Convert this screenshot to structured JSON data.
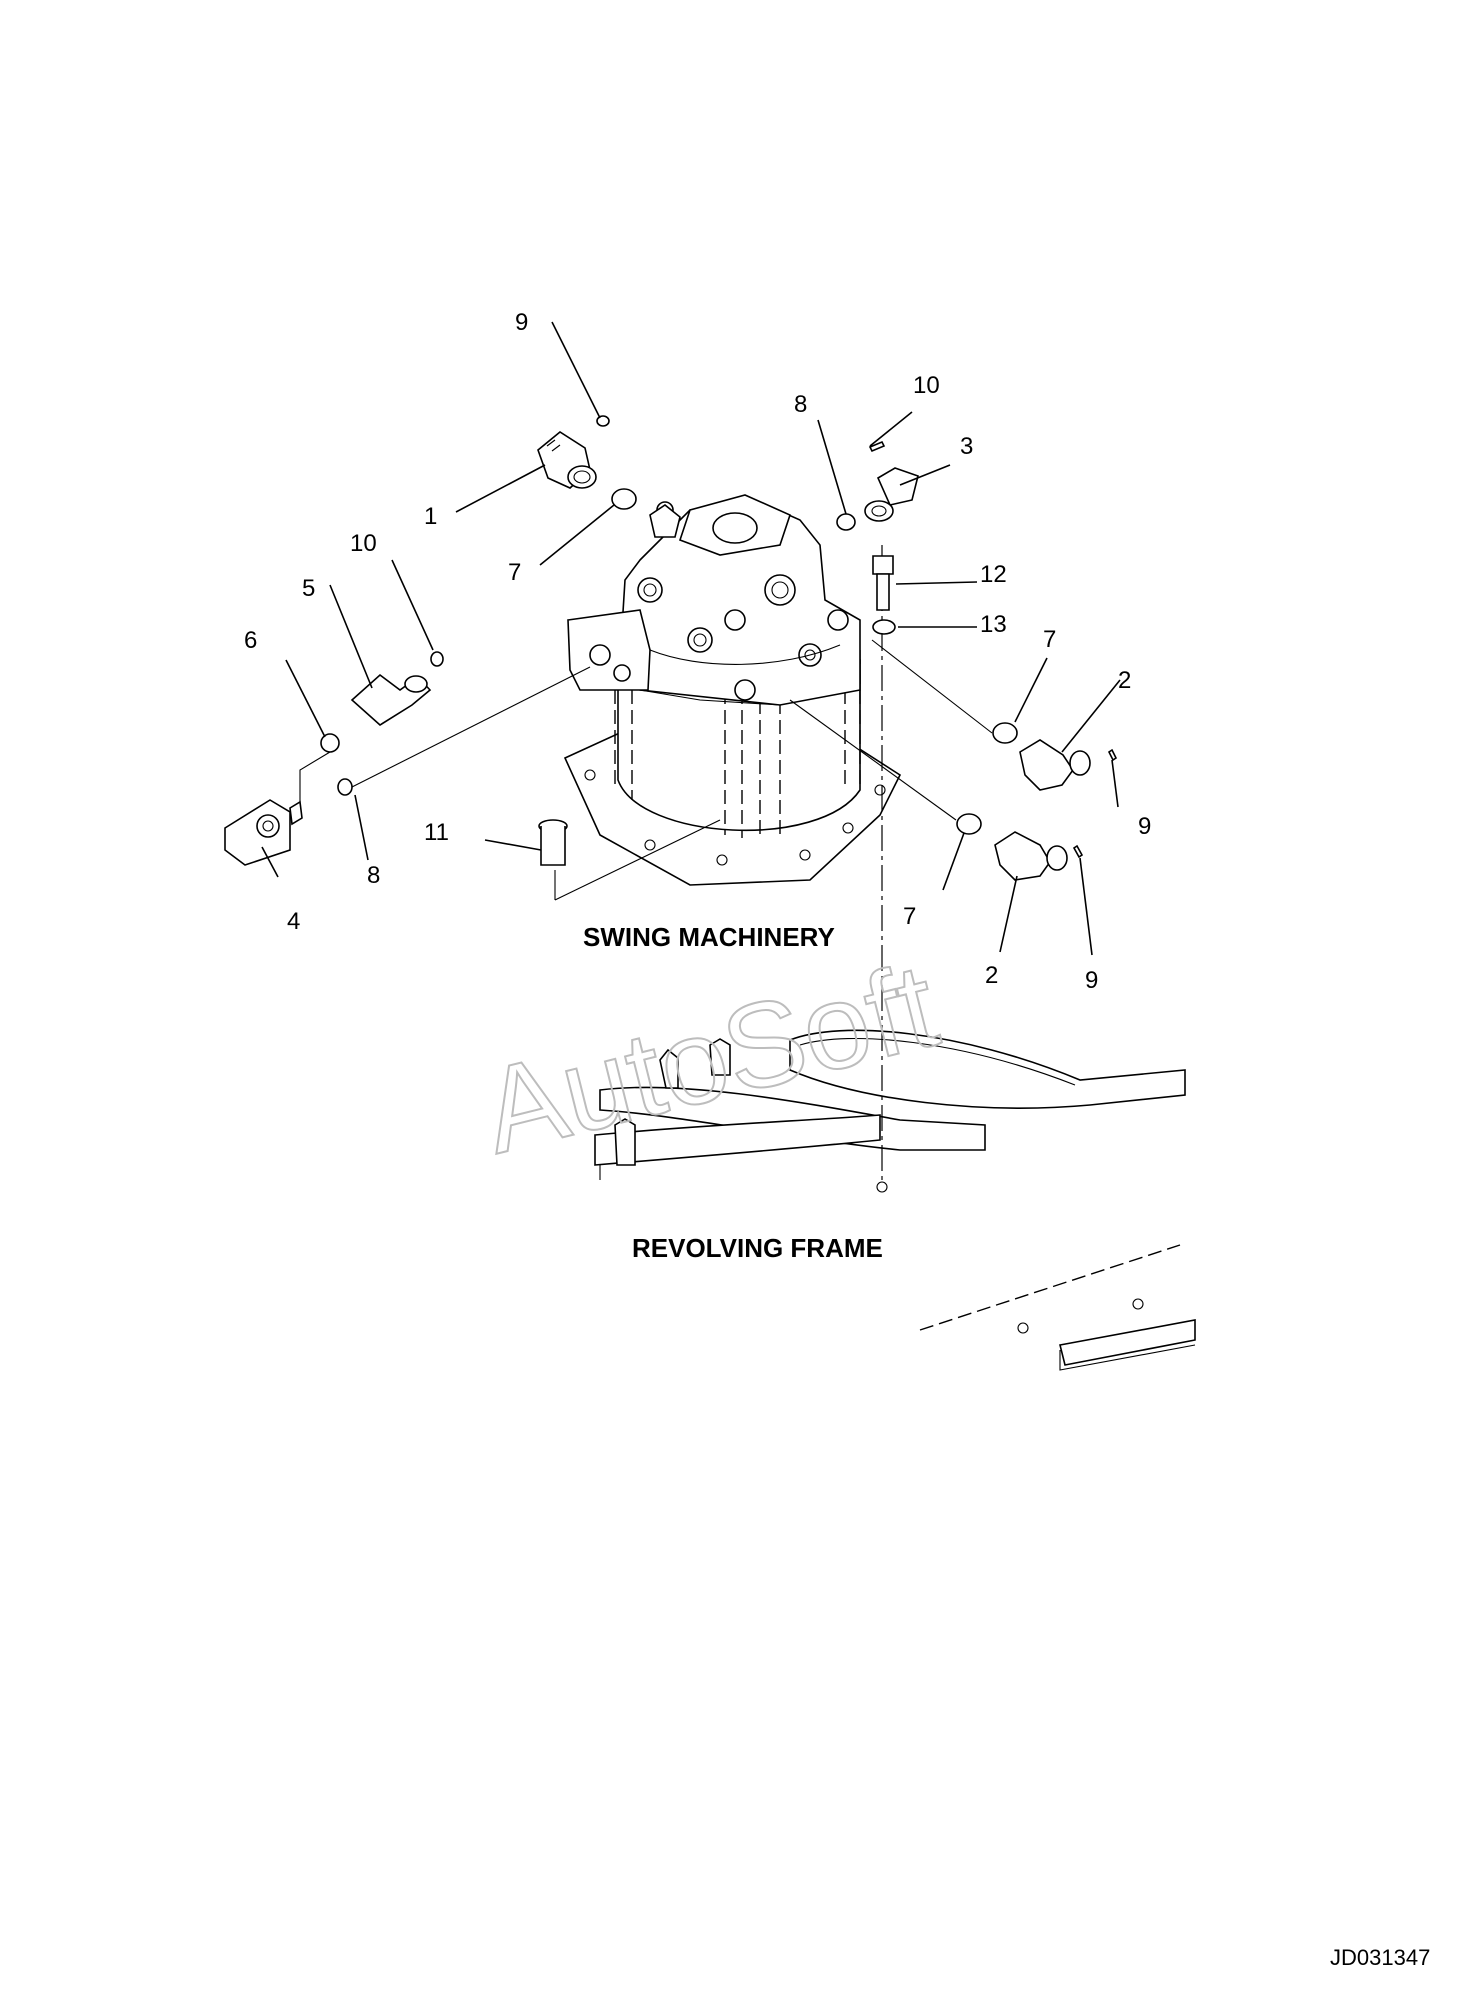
{
  "labels": {
    "assembly": "SWING MACHINERY",
    "frame": "REVOLVING FRAME"
  },
  "watermark": "AutoSoft",
  "document_id": "JD031347",
  "callouts": [
    "9",
    "1",
    "7",
    "8",
    "10",
    "3",
    "12",
    "13",
    "10",
    "5",
    "6",
    "7",
    "2",
    "9",
    "11",
    "8",
    "4",
    "7",
    "2",
    "9"
  ],
  "colors": {
    "line": "#000000",
    "background": "#ffffff",
    "watermark": "#bdbdbd"
  }
}
